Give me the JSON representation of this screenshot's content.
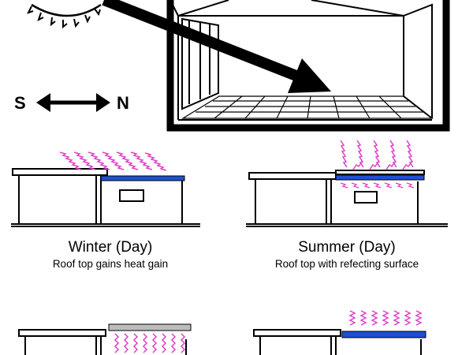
{
  "compass": {
    "south": "S",
    "north": "N"
  },
  "panels": [
    {
      "title": "Winter (Day)",
      "caption": "Roof top gains heat gain"
    },
    {
      "title": "Summer (Day)",
      "caption": "Roof top with refecting surface"
    },
    {
      "title": "",
      "caption": ""
    },
    {
      "title": "",
      "caption": ""
    }
  ],
  "colors": {
    "heat": "#e040c8",
    "roof": "#1f4fd6",
    "line": "#000000",
    "wall_gray": "#9a9a9a"
  }
}
